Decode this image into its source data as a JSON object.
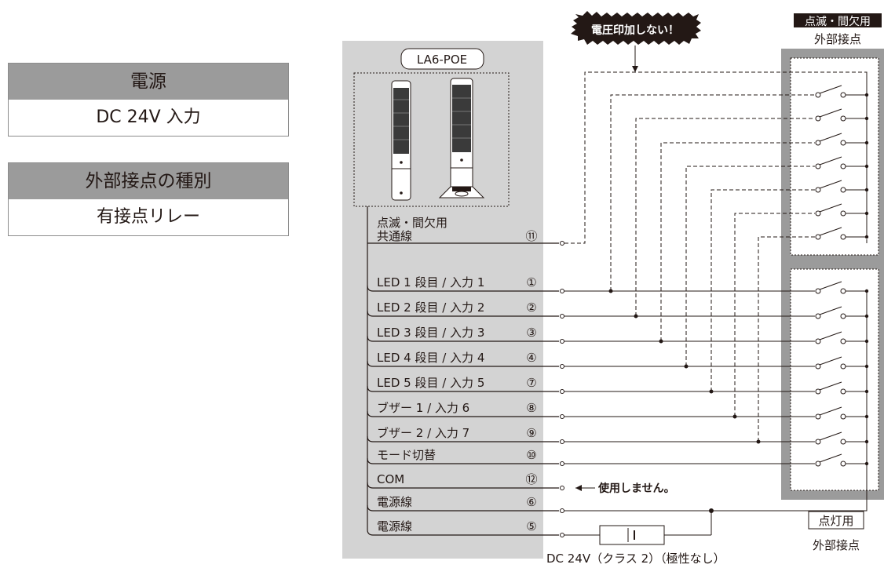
{
  "left_panel": {
    "power_title": "電源",
    "power_value": "DC 24V 入力",
    "contact_title": "外部接点の種別",
    "contact_value": "有接点リレー"
  },
  "device": {
    "model": "LA6-POE",
    "common_line_label_1": "点滅・間欠用",
    "common_line_label_2": "共通線",
    "common_line_pin": "⑪"
  },
  "warning_label": "電圧印加しない！",
  "top_right": {
    "tag": "点滅・間欠用",
    "label": "外部接点"
  },
  "bottom_right": {
    "tag": "点灯用",
    "label": "外部接点"
  },
  "wires": [
    {
      "label": "LED 1 段目 / 入力 1",
      "pin": "①"
    },
    {
      "label": "LED 2 段目 / 入力 2",
      "pin": "②"
    },
    {
      "label": "LED 3 段目 / 入力 3",
      "pin": "③"
    },
    {
      "label": "LED 4 段目 / 入力 4",
      "pin": "④"
    },
    {
      "label": "LED 5 段目 / 入力 5",
      "pin": "⑦"
    },
    {
      "label": "ブザー 1 / 入力 6",
      "pin": "⑧"
    },
    {
      "label": "ブザー 2 / 入力 7",
      "pin": "⑨"
    },
    {
      "label": "モード切替",
      "pin": "⑩"
    },
    {
      "label": "COM",
      "pin": "⑫"
    },
    {
      "label": "電源線",
      "pin": "⑥"
    },
    {
      "label": "電源線",
      "pin": "⑤"
    }
  ],
  "com_note": "使用しません。",
  "power_supply_label": "DC 24V（クラス 2）（極性なし）"
}
